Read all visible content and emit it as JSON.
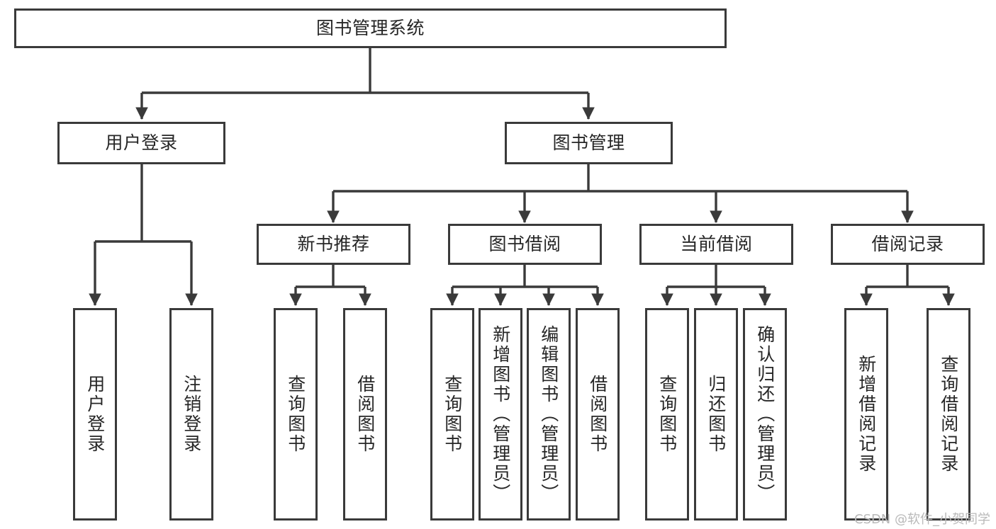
{
  "diagram": {
    "title": "图书管理系统",
    "type": "tree-hierarchy",
    "root": {
      "id": "root",
      "label": "图书管理系统"
    },
    "level1": [
      {
        "id": "user-login",
        "label": "用户登录"
      },
      {
        "id": "book-manage",
        "label": "图书管理"
      }
    ],
    "level2": [
      {
        "id": "new-book-rec",
        "label": "新书推荐",
        "parent": "book-manage"
      },
      {
        "id": "book-borrow",
        "label": "图书借阅",
        "parent": "book-manage"
      },
      {
        "id": "current-borrow",
        "label": "当前借阅",
        "parent": "book-manage"
      },
      {
        "id": "borrow-record",
        "label": "借阅记录",
        "parent": "book-manage"
      }
    ],
    "leaves": {
      "user_login": [
        {
          "id": "leaf-user-login",
          "label": "用户登录"
        },
        {
          "id": "leaf-logout",
          "label": "注销登录"
        }
      ],
      "new_book_rec": [
        {
          "id": "leaf-query-book-1",
          "label": "查询图书"
        },
        {
          "id": "leaf-borrow-book-1",
          "label": "借阅图书"
        }
      ],
      "book_borrow": [
        {
          "id": "leaf-query-book-2",
          "label": "查询图书"
        },
        {
          "id": "leaf-add-book",
          "label": "新增图书（管理员）"
        },
        {
          "id": "leaf-edit-book",
          "label": "编辑图书（管理员）"
        },
        {
          "id": "leaf-borrow-book-2",
          "label": "借阅图书"
        }
      ],
      "current_borrow": [
        {
          "id": "leaf-query-book-3",
          "label": "查询图书"
        },
        {
          "id": "leaf-return-book",
          "label": "归还图书"
        },
        {
          "id": "leaf-confirm-return",
          "label": "确认归还（管理员）"
        }
      ],
      "borrow_record": [
        {
          "id": "leaf-add-record",
          "label": "新增借阅记录"
        },
        {
          "id": "leaf-query-record",
          "label": "查询借阅记录"
        }
      ]
    }
  },
  "watermark": {
    "text": "CSDN @软件_小贺同学"
  },
  "colors": {
    "stroke": "#3a3a3a",
    "text": "#262626",
    "background": "#ffffff",
    "watermark": "#b9b9b9"
  }
}
